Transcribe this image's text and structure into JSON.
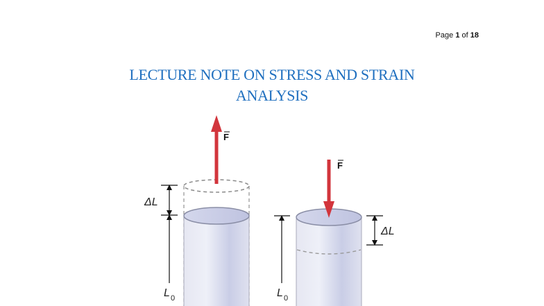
{
  "header": {
    "page_label": "Page",
    "page_current": "1",
    "page_of": "of",
    "page_total": "18"
  },
  "document": {
    "title_line1": "LECTURE NOTE ON STRESS AND STRAIN",
    "title_line2": "ANALYSIS",
    "title_color": "#1f6fbf"
  },
  "figure": {
    "tension": {
      "force_label": "F",
      "delta_label": "ΔL",
      "length_label": "L",
      "length_subscript": "0"
    },
    "compression": {
      "force_label": "F",
      "delta_label": "ΔL",
      "length_label": "L",
      "length_subscript": "0"
    },
    "colors": {
      "arrow": "#d2353c",
      "cylinder_fill": "#d9dcee",
      "cylinder_edge": "#8a8ea6"
    }
  }
}
